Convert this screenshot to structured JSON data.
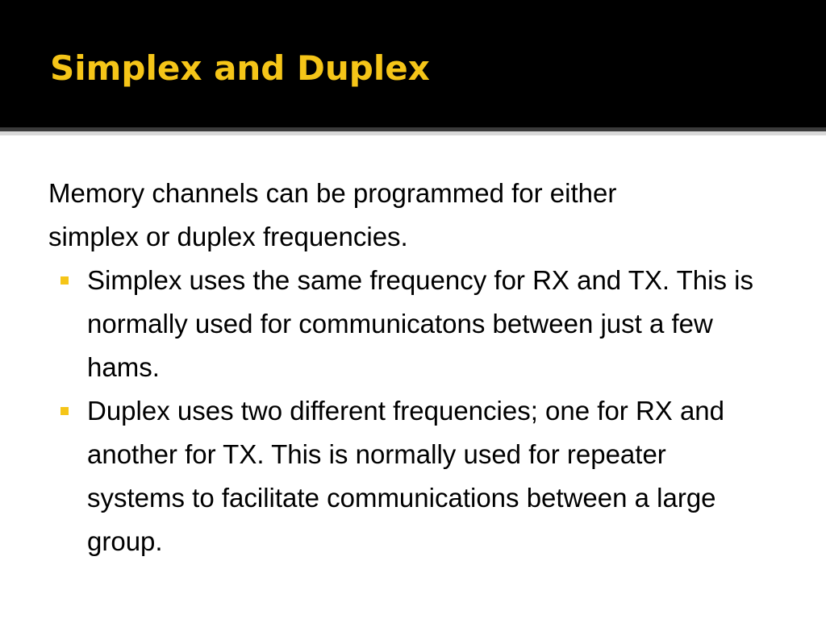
{
  "slide": {
    "title": "Simplex and Duplex",
    "intro": "Memory channels can be programmed for either simplex or duplex frequencies.",
    "bullets": [
      "Simplex uses the same frequency for RX and TX. This is normally used for communicatons between just a few hams.",
      "Duplex uses two different frequencies; one for RX and another for TX. This is normally used for repeater systems to facilitate communications between a large group."
    ]
  },
  "colors": {
    "title_bar": "#000000",
    "title_text": "#f5c518",
    "bullet": "#f5c518",
    "body_text": "#000000",
    "background": "#ffffff"
  }
}
